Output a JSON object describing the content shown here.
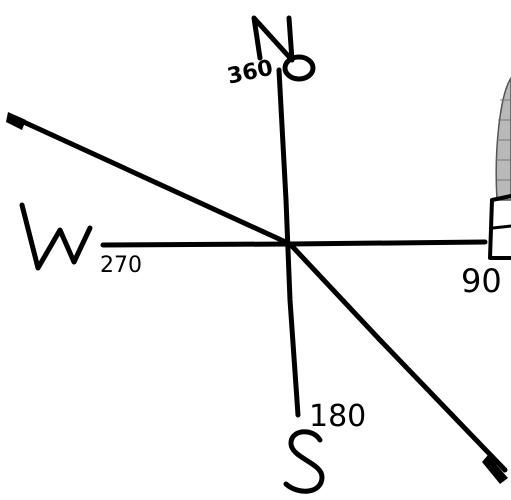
{
  "compass": {
    "north": {
      "letter": "N",
      "degrees": "360"
    },
    "south": {
      "letter": "S",
      "degrees": "180"
    },
    "west": {
      "letter": "W",
      "degrees": "270"
    },
    "east": {
      "degrees": "90"
    }
  },
  "colors": {
    "ink": "#000000",
    "background": "#ffffff",
    "shading": "#8a8a8a"
  }
}
